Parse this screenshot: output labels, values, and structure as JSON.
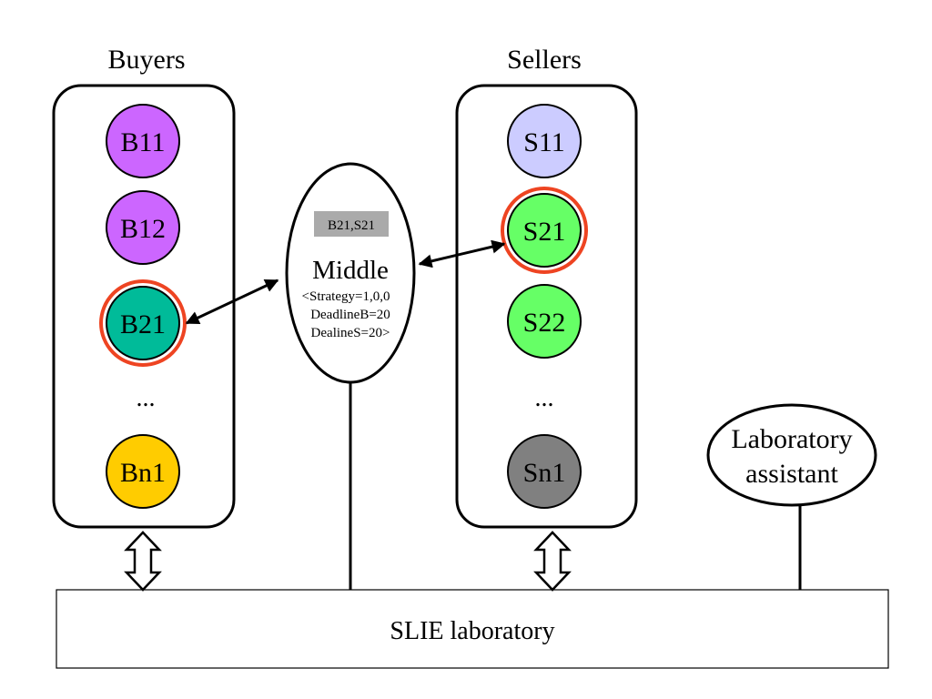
{
  "groups": {
    "buyers": {
      "title": "Buyers"
    },
    "sellers": {
      "title": "Sellers"
    }
  },
  "nodes": {
    "b11": {
      "label": "B11",
      "color": "#cc66ff"
    },
    "b12": {
      "label": "B12",
      "color": "#cc66ff"
    },
    "b21": {
      "label": "B21",
      "color": "#00bb99",
      "highlight": "#ee4422"
    },
    "buyers_ellipsis": {
      "label": "..."
    },
    "bn1": {
      "label": "Bn1",
      "color": "#ffcc00"
    },
    "s11": {
      "label": "S11",
      "color": "#ccccff"
    },
    "s21": {
      "label": "S21",
      "color": "#66ff66",
      "highlight": "#ee4422"
    },
    "s22": {
      "label": "S22",
      "color": "#66ff66"
    },
    "sellers_ellipsis": {
      "label": "..."
    },
    "sn1": {
      "label": "Sn1",
      "color": "#808080"
    }
  },
  "middle": {
    "pair_badge": "B21,S21",
    "pair_badge_color": "#aaaaaa",
    "title": "Middle",
    "lines": [
      "<Strategy=1,0,0",
      "DeadlineB=20",
      "DealineS=20>"
    ]
  },
  "assistant": {
    "lines": [
      "Laboratory",
      "assistant"
    ]
  },
  "laboratory": {
    "label": "SLIE laboratory"
  }
}
